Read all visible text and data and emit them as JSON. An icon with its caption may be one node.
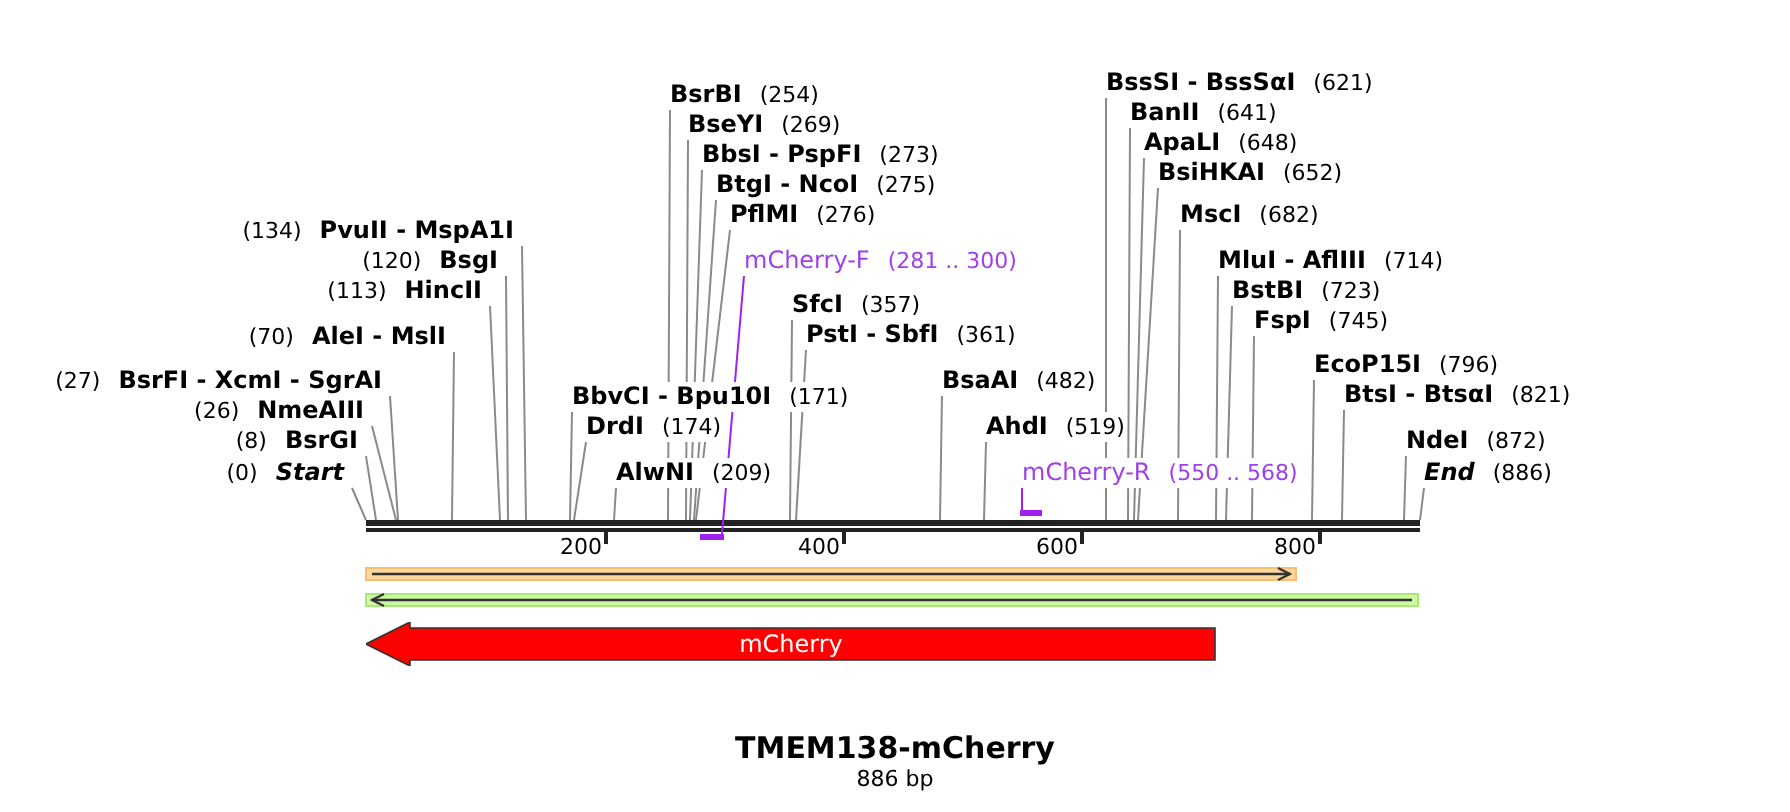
{
  "diagram": {
    "title": "TMEM138-mCherry",
    "caption": "886 bp",
    "nodes": [
      {
        "text": [
          "(0)",
          "Start"
        ]
      },
      {
        "text": [
          "(8)",
          "BsrGI"
        ]
      },
      {
        "text": [
          "(26)",
          "NmeAIII"
        ]
      },
      {
        "text": [
          "(27)",
          "BsrFI - XcmI - SgrAI"
        ]
      },
      {
        "text": [
          "(70)",
          "AleI - MslI"
        ]
      },
      {
        "text": [
          "(113)",
          "HincII"
        ]
      },
      {
        "text": [
          "(120)",
          "BsgI"
        ]
      },
      {
        "text": [
          "(134)",
          "PvuII - MspA1I"
        ]
      },
      {
        "text": [
          "BbvCI - Bpu10I",
          "(171)"
        ]
      },
      {
        "text": [
          "DrdI",
          "(174)"
        ]
      },
      {
        "text": [
          "AlwNI",
          "(209)"
        ]
      },
      {
        "text": [
          "BsrBI",
          "(254)"
        ]
      },
      {
        "text": [
          "BseYI",
          "(269)"
        ]
      },
      {
        "text": [
          "BbsI - PspFI",
          "(273)"
        ]
      },
      {
        "text": [
          "BtgI - NcoI",
          "(275)"
        ]
      },
      {
        "text": [
          "PflMI",
          "(276)"
        ]
      },
      {
        "text": [
          "mCherry-F",
          "(281 .. 300)"
        ]
      },
      {
        "text": [],
        "shape": "bar"
      },
      {
        "text": [
          "SfcI",
          "(357)"
        ]
      },
      {
        "text": [
          "PstI - SbfI",
          "(361)"
        ]
      },
      {
        "text": [
          "BsaAI",
          "(482)"
        ]
      },
      {
        "text": [
          "AhdI",
          "(519)"
        ]
      },
      {
        "text": [
          "mCherry-R",
          "(550 .. 568)"
        ]
      },
      {
        "text": [],
        "shape": "bar"
      },
      {
        "text": [
          "BssSI - BssSαI",
          "(621)"
        ]
      },
      {
        "text": [
          "BanII",
          "(641)"
        ]
      },
      {
        "text": [
          "ApaLI",
          "(648)"
        ]
      },
      {
        "text": [
          "BsiHKAI",
          "(652)"
        ]
      },
      {
        "text": [
          "MscI",
          "(682)"
        ]
      },
      {
        "text": [
          "MluI - AflIII",
          "(714)"
        ]
      },
      {
        "text": [
          "BstBI",
          "(723)"
        ]
      },
      {
        "text": [
          "FspI",
          "(745)"
        ]
      },
      {
        "text": [
          "EcoP15I",
          "(796)"
        ]
      },
      {
        "text": [
          "BtsI - BtsαI",
          "(821)"
        ]
      },
      {
        "text": [
          "NdeI",
          "(872)"
        ]
      },
      {
        "text": [
          "End",
          "(886)"
        ]
      },
      {
        "text": [],
        "shape": "line"
      },
      {
        "text": [],
        "shape": "arrow"
      },
      {
        "text": [],
        "shape": "arrow"
      },
      {
        "text": [
          "mCherry"
        ]
      }
    ],
    "edges": [
      {
        "from": 0,
        "to": 36,
        "arrow": "none"
      },
      {
        "from": 1,
        "to": 36,
        "arrow": "none"
      },
      {
        "from": 2,
        "to": 36,
        "arrow": "none"
      },
      {
        "from": 3,
        "to": 36,
        "arrow": "none"
      },
      {
        "from": 4,
        "to": 36,
        "arrow": "none"
      },
      {
        "from": 5,
        "to": 36,
        "arrow": "none"
      },
      {
        "from": 6,
        "to": 36,
        "arrow": "none"
      },
      {
        "from": 7,
        "to": 36,
        "arrow": "none"
      },
      {
        "from": 8,
        "to": 36,
        "arrow": "none"
      },
      {
        "from": 9,
        "to": 36,
        "arrow": "none"
      },
      {
        "from": 10,
        "to": 36,
        "arrow": "none"
      },
      {
        "from": 11,
        "to": 36,
        "arrow": "none"
      },
      {
        "from": 12,
        "to": 36,
        "arrow": "none"
      },
      {
        "from": 13,
        "to": 36,
        "arrow": "none"
      },
      {
        "from": 14,
        "to": 36,
        "arrow": "none"
      },
      {
        "from": 15,
        "to": 36,
        "arrow": "none"
      },
      {
        "from": 16,
        "to": 17,
        "arrow": "none",
        "color": "#a020f0"
      },
      {
        "from": 18,
        "to": 36,
        "arrow": "none"
      },
      {
        "from": 19,
        "to": 36,
        "arrow": "none"
      },
      {
        "from": 20,
        "to": 36,
        "arrow": "none"
      },
      {
        "from": 21,
        "to": 36,
        "arrow": "none"
      },
      {
        "from": 22,
        "to": 23,
        "arrow": "none",
        "color": "#a020f0"
      },
      {
        "from": 24,
        "to": 36,
        "arrow": "none"
      },
      {
        "from": 25,
        "to": 36,
        "arrow": "none"
      },
      {
        "from": 26,
        "to": 36,
        "arrow": "none"
      },
      {
        "from": 27,
        "to": 36,
        "arrow": "none"
      },
      {
        "from": 28,
        "to": 36,
        "arrow": "none"
      },
      {
        "from": 29,
        "to": 36,
        "arrow": "none"
      },
      {
        "from": 30,
        "to": 36,
        "arrow": "none"
      },
      {
        "from": 31,
        "to": 36,
        "arrow": "none"
      },
      {
        "from": 32,
        "to": 36,
        "arrow": "none"
      },
      {
        "from": 33,
        "to": 36,
        "arrow": "none"
      },
      {
        "from": 34,
        "to": 36,
        "arrow": "none"
      },
      {
        "from": 35,
        "to": 36,
        "arrow": "none"
      }
    ],
    "labels": [
      "200",
      "400",
      "600",
      "800"
    ]
  }
}
